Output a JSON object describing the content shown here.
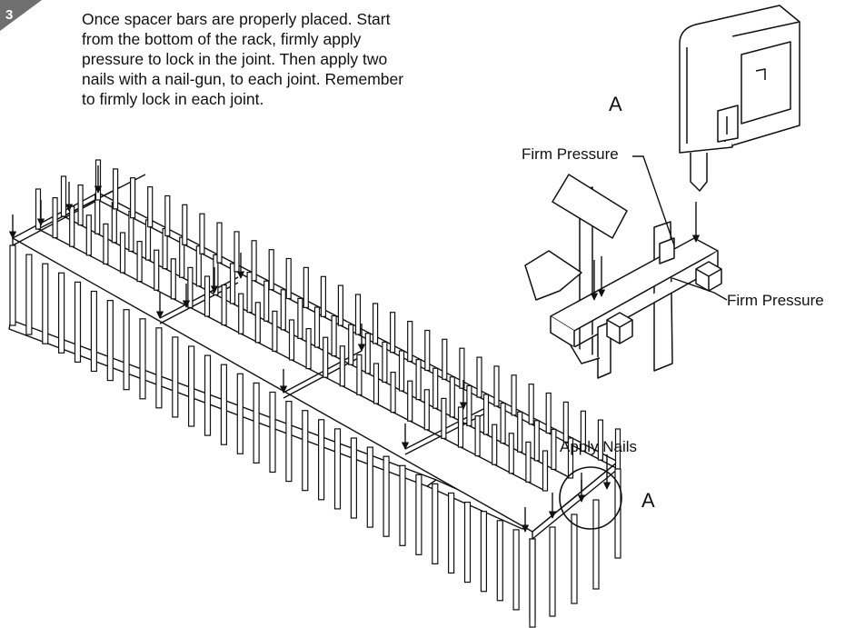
{
  "step": {
    "number": "3"
  },
  "instructions": "Once spacer bars are properly placed.  Start\nfrom the bottom of the rack, firmly apply\npressure to lock in the joint.  Then apply two\nnails with a nail-gun, to each joint.  Remember\nto firmly lock in each joint.",
  "labels": {
    "detail_ref_top": "A",
    "detail_ref_bottom": "A",
    "firm_pressure_top": "Firm Pressure",
    "firm_pressure_right": "Firm Pressure",
    "apply_nails": "Apply Nails"
  },
  "colors": {
    "line": "#111111",
    "badge": "#6f6f6f",
    "paper": "#ffffff"
  }
}
